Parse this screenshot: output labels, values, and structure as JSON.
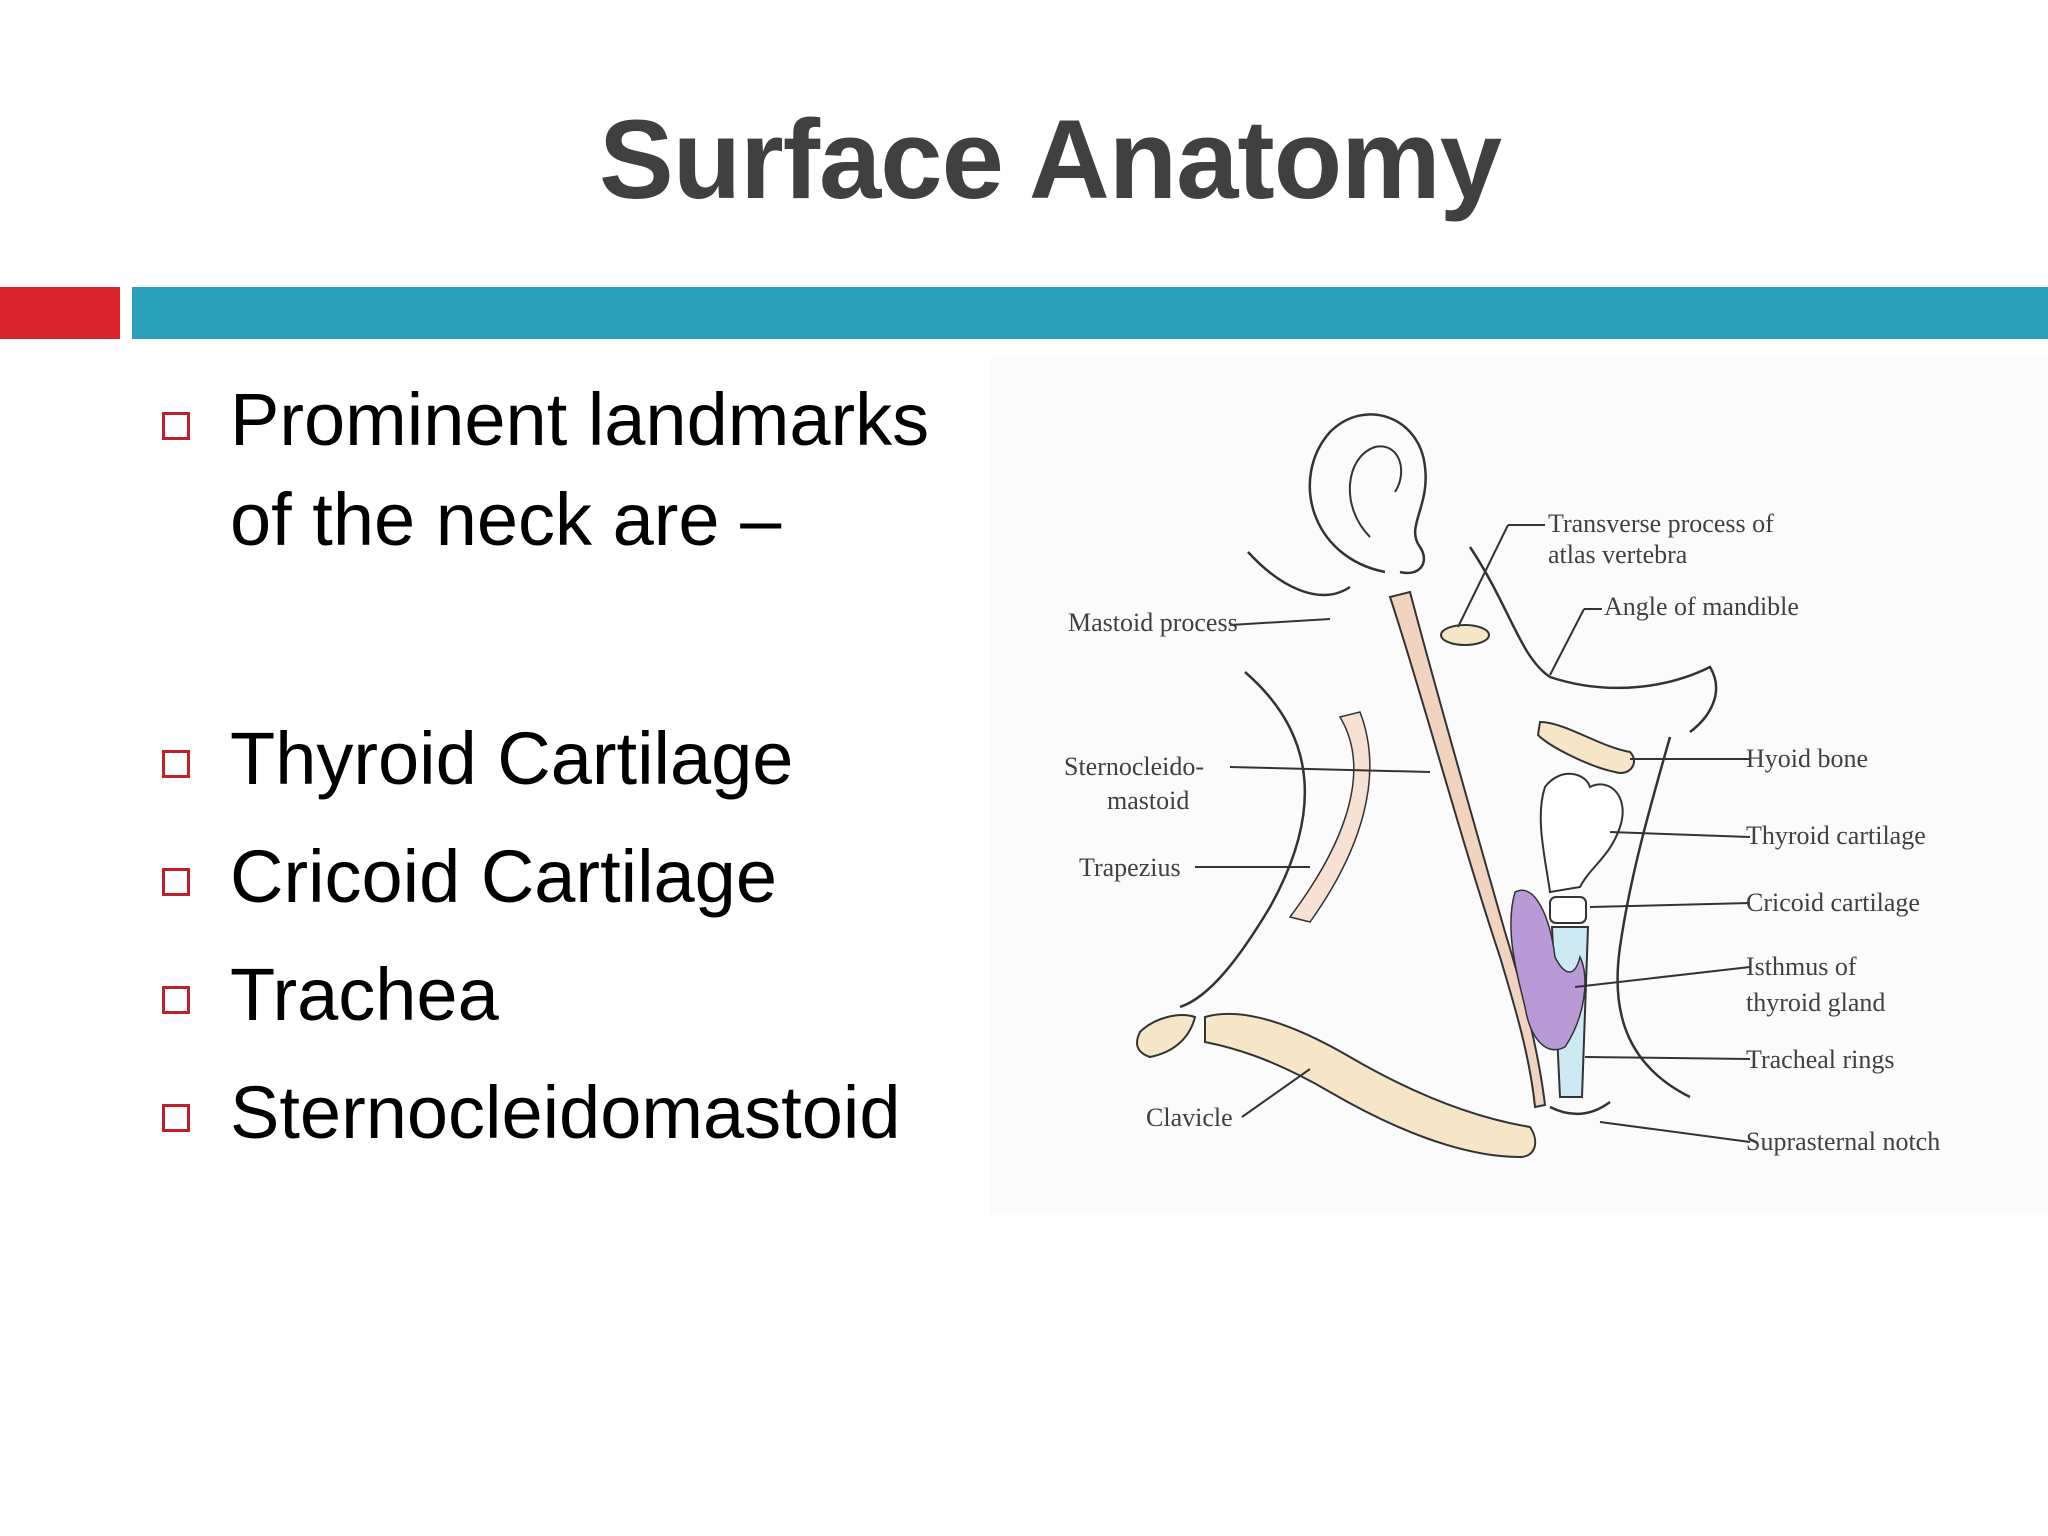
{
  "slide": {
    "title": "Surface Anatomy",
    "colors": {
      "accent_red": "#d9232d",
      "accent_teal": "#2aa0bc",
      "title": "#404040",
      "bullet_box": "#c0202a"
    },
    "bullets": [
      "Prominent landmarks of the neck are –",
      "Thyroid Cartilage",
      "Cricoid Cartilage",
      "Trachea",
      "Sternocleidomastoid"
    ]
  },
  "figure": {
    "labels": {
      "transverse_process_1": "Transverse process of",
      "transverse_process_2": "atlas vertebra",
      "angle_of_mandible": "Angle of mandible",
      "mastoid_process": "Mastoid process",
      "sternocleido_1": "Sternocleido-",
      "sternocleido_2": "mastoid",
      "trapezius": "Trapezius",
      "hyoid_bone": "Hyoid bone",
      "thyroid_cartilage": "Thyroid cartilage",
      "cricoid_cartilage": "Cricoid cartilage",
      "isthmus_1": "Isthmus of",
      "isthmus_2": "thyroid gland",
      "tracheal_rings": "Tracheal rings",
      "clavicle": "Clavicle",
      "suprasternal_notch": "Suprasternal notch"
    }
  }
}
